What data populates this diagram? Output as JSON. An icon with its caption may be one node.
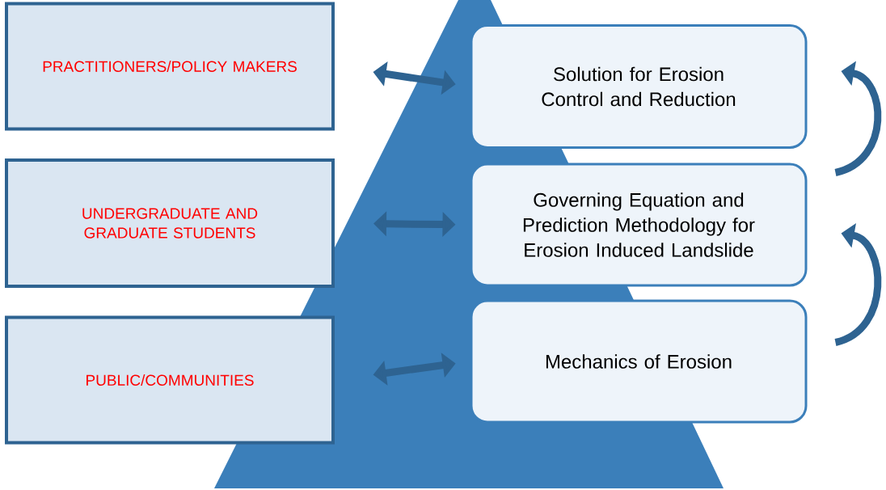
{
  "diagram": {
    "nodes": [
      {
        "text": [
          "PRACTITIONERS/POLICY MAKERS"
        ]
      },
      {
        "text": [
          "UNDERGRADUATE AND GRADUATE STUDENTS"
        ]
      },
      {
        "text": [
          "PUBLIC/COMMUNITIES"
        ]
      },
      {
        "text": [
          "Solution for Erosion Control and Reduction"
        ]
      },
      {
        "text": [
          "Governing Equation and Prediction Methodology for Erosion Induced Landslide"
        ]
      },
      {
        "text": [
          "Mechanics of Erosion"
        ]
      }
    ],
    "edges": [
      {
        "from": 0,
        "to": 3,
        "arrow": "both"
      },
      {
        "from": 1,
        "to": 4,
        "arrow": "both"
      },
      {
        "from": 2,
        "to": 5,
        "arrow": "both"
      },
      {
        "from": 4,
        "to": 3,
        "arrow": "to"
      },
      {
        "from": 5,
        "to": 4,
        "arrow": "to"
      }
    ]
  }
}
